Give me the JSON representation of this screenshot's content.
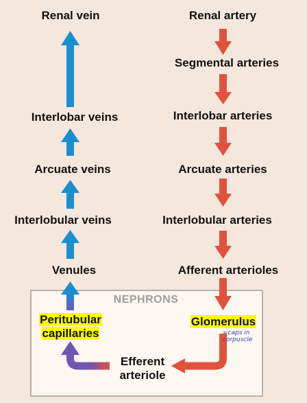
{
  "veins": {
    "renal_vein": "Renal vein",
    "interlobar": "Interlobar veins",
    "arcuate": "Arcuate veins",
    "interlobular": "Interlobular veins",
    "venules": "Venules"
  },
  "arteries": {
    "renal_artery": "Renal artery",
    "segmental": "Segmental arteries",
    "interlobar": "Interlobar arteries",
    "arcuate": "Arcuate arteries",
    "interlobular": "Interlobular arteries",
    "afferent": "Afferent arterioles"
  },
  "nephron": {
    "title": "NEPHRONS",
    "glomerulus": "Glomerulus",
    "peritubular_line1": "Peritubular",
    "peritubular_line2": "capillaries",
    "efferent_line1": "Efferent",
    "efferent_line2": "arteriole",
    "note_line1": "=caps in",
    "note_line2": "corpuscle"
  },
  "colors": {
    "vein": "#1a8fd0",
    "artery": "#e0523e",
    "highlight": "#ffff00",
    "transition": "#7b5ab0"
  }
}
